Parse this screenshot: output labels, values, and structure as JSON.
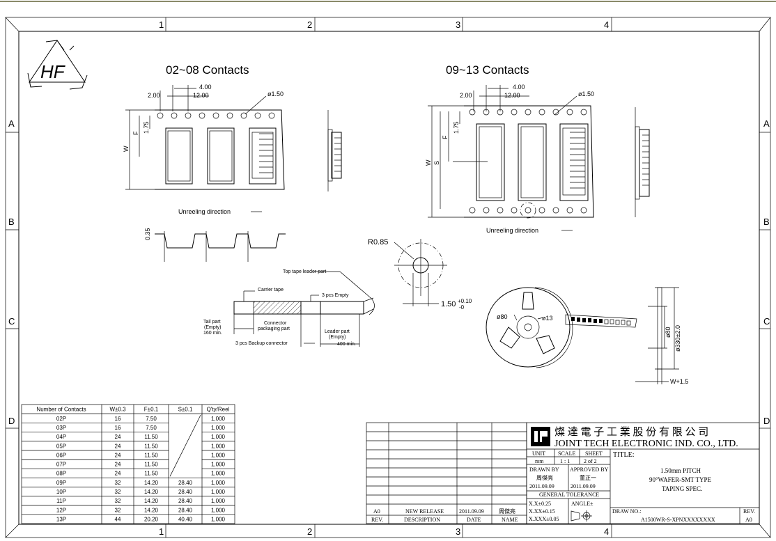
{
  "zones": {
    "columns": [
      "1",
      "2",
      "3",
      "4"
    ],
    "rows": [
      "A",
      "B",
      "C",
      "D"
    ]
  },
  "logo": {
    "text": "HF"
  },
  "views": {
    "left_title": "02~08 Contacts",
    "right_title": "09~13 Contacts",
    "dim_4": "4.00",
    "dim_2": "2.00",
    "dim_12": "12.00",
    "dim_hole": "ø1.50",
    "dim_f": "F",
    "dim_w": "W",
    "dim_s": "S",
    "dim_175": "1.75",
    "dim_035": "0.35",
    "unreeling": "Unreeling direction",
    "r085": "R0.85",
    "dim_150": "1.50",
    "tol_plus": "+0.10",
    "tol_minus": "-0"
  },
  "tape": {
    "top_leader": "Top tape leader part",
    "carrier": "Carrier tape",
    "empty3": "3 pcs Empty",
    "tail_1": "Tail part",
    "tail_2": "(Empty)",
    "tail_3": "160 min.",
    "packaging_1": "Connector",
    "packaging_2": "packaging part",
    "leader_1": "Leader part",
    "leader_2": "(Empty)",
    "backup": "3 pcs Backup connector",
    "min400": "400 min."
  },
  "reel": {
    "d80": "ø80",
    "d13": "ø13",
    "v80": "ø80",
    "v330": "ø330±2.0",
    "w15": "W+1.5"
  },
  "spec_table": {
    "headers": [
      "Number of Contacts",
      "W±0.3",
      "F±0.1",
      "S±0.1",
      "Q'ty/Reel"
    ],
    "rows": [
      [
        "02P",
        "16",
        "7.50",
        "",
        "1,000"
      ],
      [
        "03P",
        "16",
        "7.50",
        "",
        "1,000"
      ],
      [
        "04P",
        "24",
        "11.50",
        "",
        "1,000"
      ],
      [
        "05P",
        "24",
        "11.50",
        "",
        "1,000"
      ],
      [
        "06P",
        "24",
        "11.50",
        "",
        "1,000"
      ],
      [
        "07P",
        "24",
        "11.50",
        "",
        "1,000"
      ],
      [
        "08P",
        "24",
        "11.50",
        "",
        "1,000"
      ],
      [
        "09P",
        "32",
        "14.20",
        "28.40",
        "1,000"
      ],
      [
        "10P",
        "32",
        "14.20",
        "28.40",
        "1,000"
      ],
      [
        "11P",
        "32",
        "14.20",
        "28.40",
        "1,000"
      ],
      [
        "12P",
        "32",
        "14.20",
        "28.40",
        "1,000"
      ],
      [
        "13P",
        "44",
        "20.20",
        "40.40",
        "1,000"
      ]
    ]
  },
  "revision": {
    "rev": "A0",
    "description": "NEW RELEASE",
    "date": "2011.09.09",
    "name": "周傑亮",
    "h_rev": "REV.",
    "h_desc": "DESCRIPTION",
    "h_date": "DATE",
    "h_name": "NAME"
  },
  "title_block": {
    "company_cn": "燦 達 電 子 工 業 股 份 有 限 公 司",
    "company_en": "JOINT TECH ELECTRONIC IND. CO., LTD.",
    "unit_label": "UNIT",
    "scale_label": "SCALE",
    "sheet_label": "SHEET",
    "unit": "mm",
    "scale": "1 : 1",
    "sheet": "2 of 2",
    "title_label": "TITLE:",
    "title_1": "1.50mm PITCH",
    "title_2": "90°WAFER-SMT TYPE",
    "title_3": "TAPING SPEC.",
    "drawn_label": "DRAWN BY",
    "approved_label": "APPROVED BY",
    "drawn_name": "周傑亮",
    "approved_name": "董正一",
    "drawn_date": "2011.09.09",
    "approved_date": "2011.09.09",
    "tolerance_label": "GENERAL TOLERANCE",
    "tol_1": "X.X±0.25",
    "tol_2": "X.XX±0.15",
    "tol_3": "X.XXX±0.05",
    "angle_label": "ANGLE±",
    "drawno_label": "DRAW NO.:",
    "drawno": "A1500WR-S-XPNXXXXXXXX",
    "rev_label": "REV.",
    "rev": "A0"
  }
}
